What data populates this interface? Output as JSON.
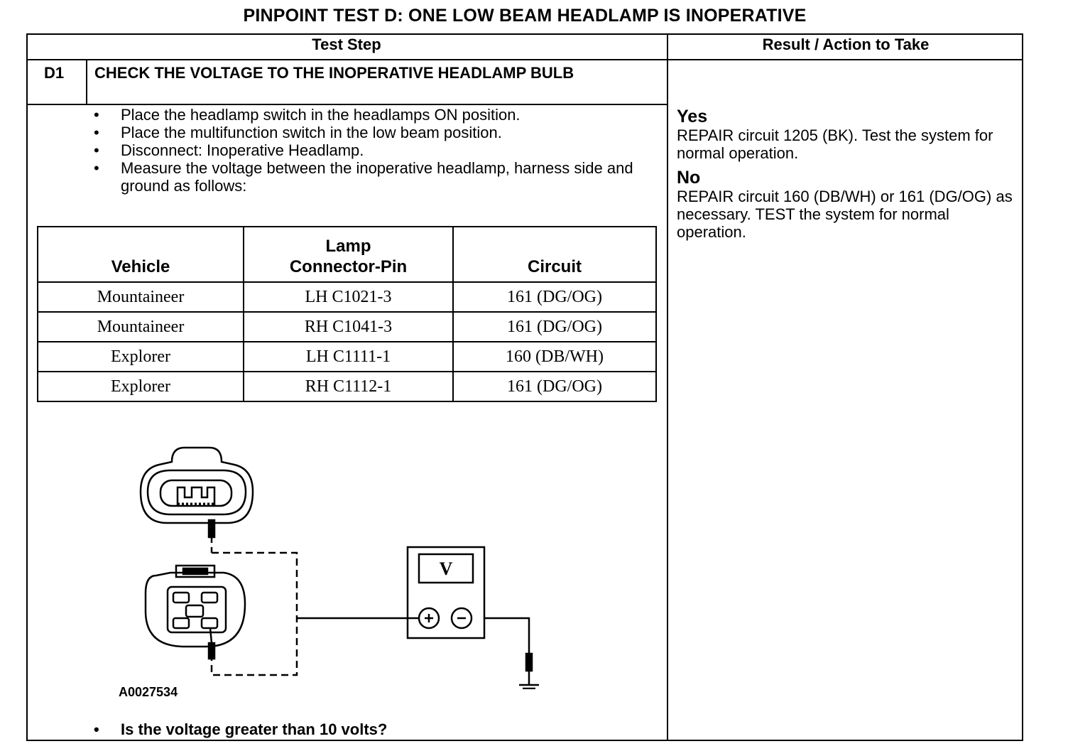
{
  "title": "PINPOINT TEST D: ONE LOW BEAM HEADLAMP IS INOPERATIVE",
  "headers": {
    "test_step": "Test Step",
    "result_action": "Result / Action to Take"
  },
  "step": {
    "id": "D1",
    "title": "CHECK THE VOLTAGE TO THE INOPERATIVE HEADLAMP BULB",
    "instructions": [
      "Place the headlamp switch in the headlamps ON position.",
      "Place the multifunction switch in the low beam position.",
      "Disconnect: Inoperative Headlamp.",
      "Measure the voltage between the inoperative headlamp, harness side and ground as follows:"
    ],
    "table": {
      "columns": [
        "Vehicle",
        "Lamp\nConnector-Pin",
        "Circuit"
      ],
      "rows": [
        [
          "Mountaineer",
          "LH C1021-3",
          "161 (DG/OG)"
        ],
        [
          "Mountaineer",
          "RH C1041-3",
          "161 (DG/OG)"
        ],
        [
          "Explorer",
          "LH C1111-1",
          "160 (DB/WH)"
        ],
        [
          "Explorer",
          "RH C1112-1",
          "161 (DG/OG)"
        ]
      ]
    },
    "figure_id": "A0027534",
    "meter_symbol": "V",
    "question": "Is the voltage greater than 10 volts?"
  },
  "results": {
    "yes_label": "Yes",
    "yes_text": "REPAIR circuit 1205 (BK). Test the system for normal operation.",
    "no_label": "No",
    "no_text": "REPAIR circuit 160 (DB/WH) or 161 (DG/OG) as necessary. TEST the system for normal operation."
  }
}
